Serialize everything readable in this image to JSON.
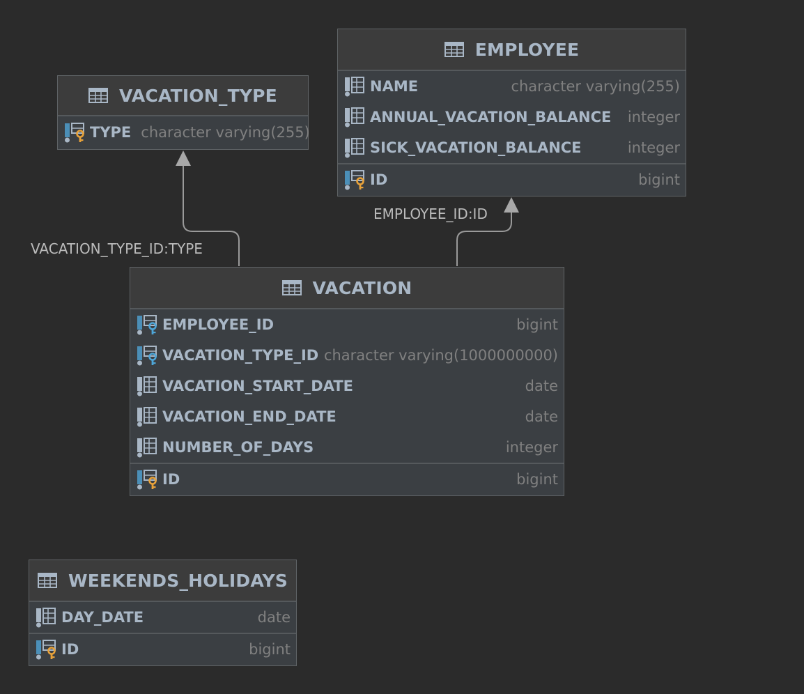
{
  "relations": [
    {
      "label": "VACATION_TYPE_ID:TYPE"
    },
    {
      "label": "EMPLOYEE_ID:ID"
    }
  ],
  "colors": {
    "canvas": "#2b2b2b",
    "entity_body": "#3b3f43",
    "entity_header": "#3c3c3c",
    "name_text": "#a9b7c6",
    "type_text": "#808080",
    "primary_key": "#e8a23a",
    "foreign_key": "#4ea6d8"
  },
  "entities": {
    "vacation_type": {
      "name": "VACATION_TYPE",
      "columns": [
        {
          "name": "TYPE",
          "type": "character varying(255)",
          "icon": "primary-key-column-icon"
        }
      ]
    },
    "employee": {
      "name": "EMPLOYEE",
      "columns": [
        {
          "name": "NAME",
          "type": "character varying(255)",
          "icon": "column-icon"
        },
        {
          "name": "ANNUAL_VACATION_BALANCE",
          "type": "integer",
          "icon": "column-icon"
        },
        {
          "name": "SICK_VACATION_BALANCE",
          "type": "integer",
          "icon": "column-icon"
        },
        {
          "name": "ID",
          "type": "bigint",
          "icon": "primary-key-column-icon"
        }
      ]
    },
    "vacation": {
      "name": "VACATION",
      "columns": [
        {
          "name": "EMPLOYEE_ID",
          "type": "bigint",
          "icon": "foreign-key-column-icon"
        },
        {
          "name": "VACATION_TYPE_ID",
          "type": "character varying(1000000000)",
          "icon": "foreign-key-column-icon"
        },
        {
          "name": "VACATION_START_DATE",
          "type": "date",
          "icon": "column-icon"
        },
        {
          "name": "VACATION_END_DATE",
          "type": "date",
          "icon": "column-icon"
        },
        {
          "name": "NUMBER_OF_DAYS",
          "type": "integer",
          "icon": "column-icon"
        },
        {
          "name": "ID",
          "type": "bigint",
          "icon": "primary-key-column-icon"
        }
      ]
    },
    "weekends_holidays": {
      "name": "WEEKENDS_HOLIDAYS",
      "columns": [
        {
          "name": "DAY_DATE",
          "type": "date",
          "icon": "column-icon"
        },
        {
          "name": "ID",
          "type": "bigint",
          "icon": "primary-key-column-icon"
        }
      ]
    }
  }
}
